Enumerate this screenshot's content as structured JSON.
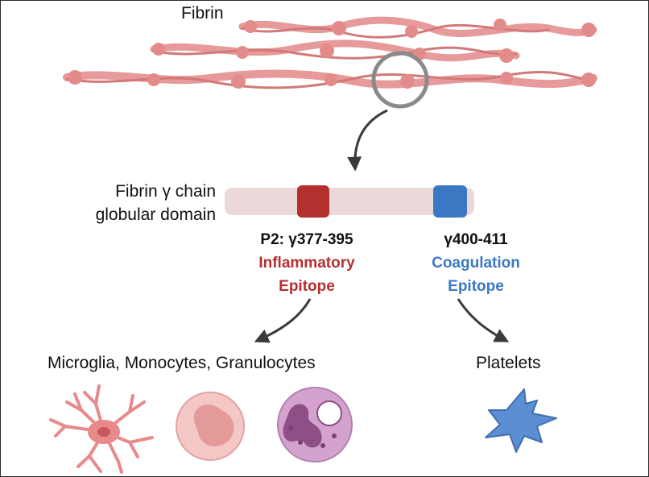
{
  "fibrin_label": "Fibrin",
  "gamma_chain_label": [
    "Fibrin γ chain",
    "globular domain"
  ],
  "epitopes": [
    {
      "range": "P2: γ377-395",
      "name": [
        "Inflammatory",
        "Epitope"
      ],
      "color": "#b4302f"
    },
    {
      "range": "γ400-411",
      "name": [
        "Coagulation",
        "Epitope"
      ],
      "color": "#3b78c4"
    }
  ],
  "cell_groups": [
    {
      "label": "Microglia, Monocytes, Granulocytes",
      "icons": [
        "microglia-icon",
        "monocyte-icon",
        "granulocyte-icon"
      ]
    },
    {
      "label": "Platelets",
      "icons": [
        "platelet-icon"
      ]
    }
  ],
  "colors": {
    "fibrin": "#e79a9a",
    "domain_bar": "#ecd8d8",
    "microglia": "#e8898a",
    "monocyte": "#f1b7b7",
    "granulocyte": "#c68cbd",
    "platelet": "#5b8fd1"
  }
}
